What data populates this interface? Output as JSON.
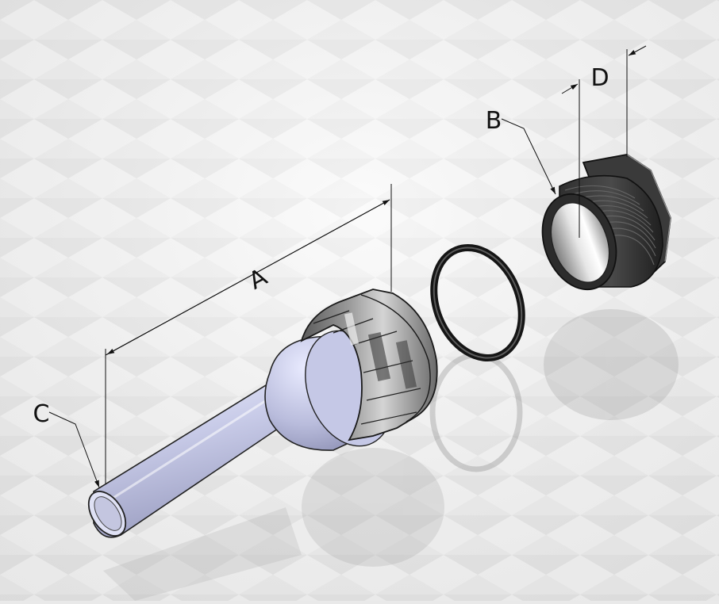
{
  "labels": {
    "a": "A",
    "b": "B",
    "c": "C",
    "d": "D"
  },
  "parts": [
    "hose-tail-pipe",
    "union-nut",
    "o-ring",
    "threaded-adapter"
  ]
}
